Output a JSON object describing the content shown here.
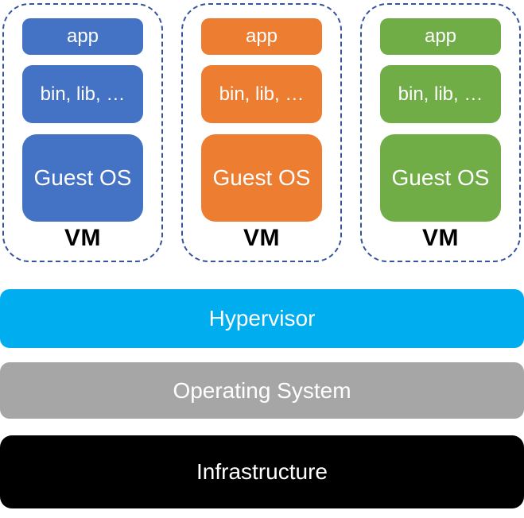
{
  "background": "#FFFFFF",
  "colors": {
    "vm_border": "#35549B",
    "vm_blue": "#4472C4",
    "vm_orange": "#ED7D31",
    "vm_green": "#70AD47",
    "hypervisor_bar": "#00AEEF",
    "os_bar": "#A6A6A6",
    "infrastructure_bar": "#000000",
    "box_text": "#FFFFFF",
    "vm_label_text": "#000000"
  },
  "vms": [
    {
      "label": "VM",
      "color": "#4472C4",
      "boxes": {
        "app": "app",
        "bin": "bin, lib, …",
        "guest": "Guest OS"
      }
    },
    {
      "label": "VM",
      "color": "#ED7D31",
      "boxes": {
        "app": "app",
        "bin": "bin, lib, …",
        "guest": "Guest OS"
      }
    },
    {
      "label": "VM",
      "color": "#70AD47",
      "boxes": {
        "app": "app",
        "bin": "bin, lib, …",
        "guest": "Guest OS"
      }
    }
  ],
  "layers": [
    {
      "label": "Hypervisor",
      "color": "#00AEEF"
    },
    {
      "label": "Operating System",
      "color": "#A6A6A6"
    },
    {
      "label": "Infrastructure",
      "color": "#000000"
    }
  ]
}
